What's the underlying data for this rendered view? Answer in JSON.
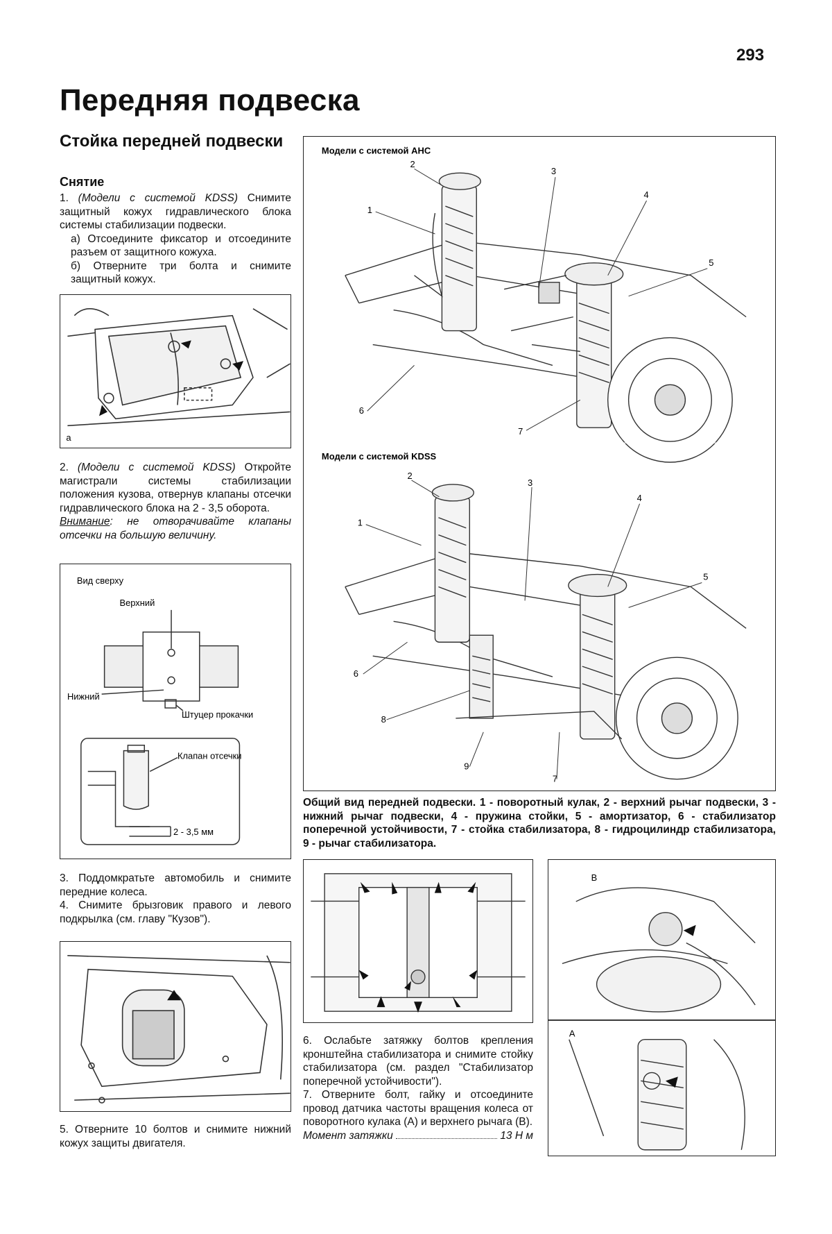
{
  "page": {
    "number": "293",
    "title": "Передняя подвеска",
    "section_title": "Стойка передней подвески",
    "subsection": "Снятие"
  },
  "steps": {
    "s1_italic": "(Модели с системой KDSS)",
    "s1_text": "Снимите защитный кожух гидравлического блока системы стабилизации подвески.",
    "s1a": "а) Отсоедините фиксатор и отсоедините разъем от защитного кожуха.",
    "s1b": "б) Отверните три болта и снимите защитный кожух.",
    "s2_italic": "(Модели с системой KDSS)",
    "s2_text": "Откройте магистрали системы стабилизации положения кузова, отвернув клапаны отсечки гидравлического блока на 2 - 3,5 оборота.",
    "warning_label": "Внимание",
    "warning_text": ": не отворачивайте клапаны отсечки на большую величину.",
    "s3": "3. Поддомкратьте автомобиль и снимите передние колеса.",
    "s4": "4. Снимите брызговик правого и левого подкрылка (см. главу \"Кузов\").",
    "s5": "5. Отверните 10 болтов и снимите нижний кожух защиты двигателя.",
    "s6": "6. Ослабьте затяжку болтов крепления кронштейна стабилизатора и снимите стойку стабилизатора (см. раздел \"Стабилизатор поперечной устойчивости\").",
    "s7": "7. Отверните болт, гайку и отсоедините провод датчика частоты вращения колеса от поворотного кулака (А) и верхнего рычага (В).",
    "torque_label": "Момент затяжки",
    "torque_value": "13 Н м"
  },
  "figures": {
    "fig1_letter": "a",
    "fig2": {
      "top_view": "Вид сверху",
      "upper": "Верхний",
      "lower": "Нижний",
      "bleeder": "Штуцер прокачки",
      "valve": "Клапан отсечки",
      "size": "2 - 3,5 мм"
    },
    "fig_ahc": {
      "label": "Модели с системой AHC",
      "callouts": [
        "1",
        "2",
        "3",
        "4",
        "5",
        "6",
        "7"
      ]
    },
    "fig_kdss": {
      "label": "Модели с системой KDSS",
      "callouts": [
        "1",
        "2",
        "3",
        "4",
        "5",
        "6",
        "7",
        "8",
        "9"
      ]
    },
    "fig_ab": {
      "a": "A",
      "b": "B"
    },
    "caption": "Общий вид передней подвески. 1 - поворотный кулак, 2 - верхний рычаг подвески, 3 - нижний рычаг подвески, 4 - пружина стойки, 5 - амортизатор, 6 - стабилизатор поперечной устойчивости, 7 - стойка стабилизатора, 8 - гидроцилиндр стабилизатора, 9 - рычаг стабилизатора."
  }
}
